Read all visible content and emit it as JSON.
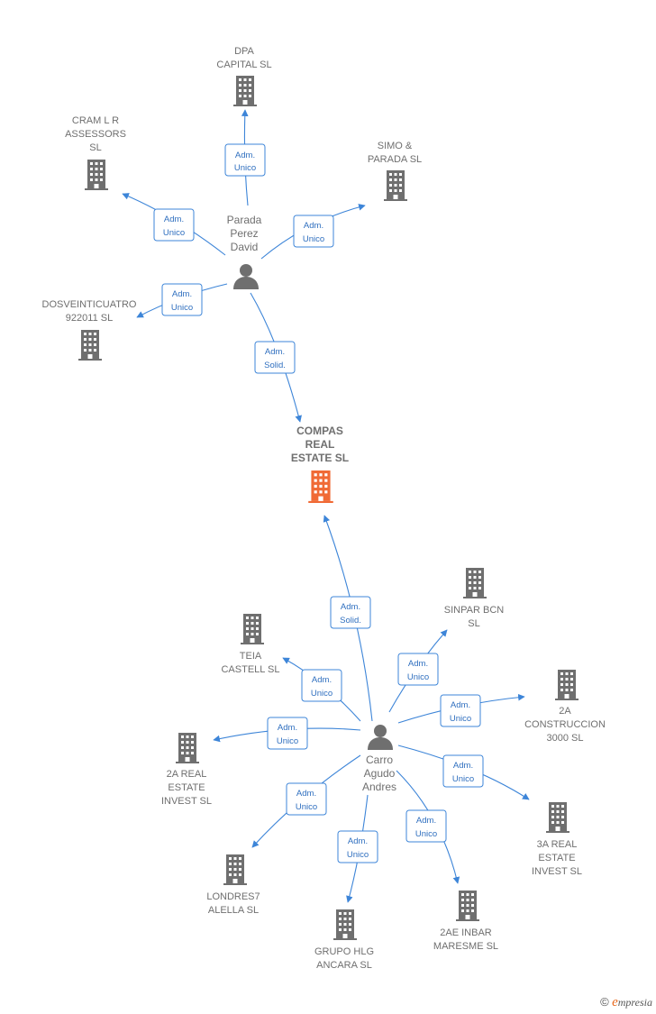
{
  "colors": {
    "edge": "#3d85d8",
    "node": "#6f6f6f",
    "focus": "#f06a35"
  },
  "nodes": {
    "dpa": {
      "lines": [
        "DPA",
        "CAPITAL SL"
      ]
    },
    "cram": {
      "lines": [
        "CRAM L R",
        "ASSESSORS",
        "SL"
      ]
    },
    "simo": {
      "lines": [
        "SIMO &",
        "PARADA SL"
      ]
    },
    "dosv": {
      "lines": [
        "DOSVEINTICUATRO",
        "922011 SL"
      ]
    },
    "parada": {
      "lines": [
        "Parada",
        "Perez",
        "David"
      ]
    },
    "compas": {
      "lines": [
        "COMPAS",
        "REAL",
        "ESTATE SL"
      ]
    },
    "sinpar": {
      "lines": [
        "SINPAR BCN",
        "SL"
      ]
    },
    "teia": {
      "lines": [
        "TEIA",
        "CASTELL SL"
      ]
    },
    "c2a3000": {
      "lines": [
        "2A",
        "CONSTRUCCION",
        "3000 SL"
      ]
    },
    "r2a": {
      "lines": [
        "2A REAL",
        "ESTATE",
        "INVEST SL"
      ]
    },
    "carro": {
      "lines": [
        "Carro",
        "Agudo",
        "Andres"
      ]
    },
    "r3a": {
      "lines": [
        "3A REAL",
        "ESTATE",
        "INVEST SL"
      ]
    },
    "londres": {
      "lines": [
        "LONDRES7",
        "ALELLA SL"
      ]
    },
    "inbar": {
      "lines": [
        "2AE INBAR",
        "MARESME SL"
      ]
    },
    "hlg": {
      "lines": [
        "GRUPO HLG",
        "ANCARA SL"
      ]
    }
  },
  "edges": [
    {
      "id": "e-dpa",
      "role": [
        "Adm.",
        "Unico"
      ]
    },
    {
      "id": "e-cram",
      "role": [
        "Adm.",
        "Unico"
      ]
    },
    {
      "id": "e-simo",
      "role": [
        "Adm.",
        "Unico"
      ]
    },
    {
      "id": "e-dosv",
      "role": [
        "Adm.",
        "Unico"
      ]
    },
    {
      "id": "e-compas-top",
      "role": [
        "Adm.",
        "Solid."
      ]
    },
    {
      "id": "e-compas-bottom",
      "role": [
        "Adm.",
        "Solid."
      ]
    },
    {
      "id": "e-teia",
      "role": [
        "Adm.",
        "Unico"
      ]
    },
    {
      "id": "e-sinpar",
      "role": [
        "Adm.",
        "Unico"
      ]
    },
    {
      "id": "e-c2a3000",
      "role": [
        "Adm.",
        "Unico"
      ]
    },
    {
      "id": "e-r2a",
      "role": [
        "Adm.",
        "Unico"
      ]
    },
    {
      "id": "e-r3a",
      "role": [
        "Adm.",
        "Unico"
      ]
    },
    {
      "id": "e-londres",
      "role": [
        "Adm.",
        "Unico"
      ]
    },
    {
      "id": "e-hlg",
      "role": [
        "Adm.",
        "Unico"
      ]
    },
    {
      "id": "e-inbar",
      "role": [
        "Adm.",
        "Unico"
      ]
    }
  ],
  "footer": {
    "copyright": "©",
    "brand_initial": "e",
    "brand_rest": "mpresia"
  }
}
